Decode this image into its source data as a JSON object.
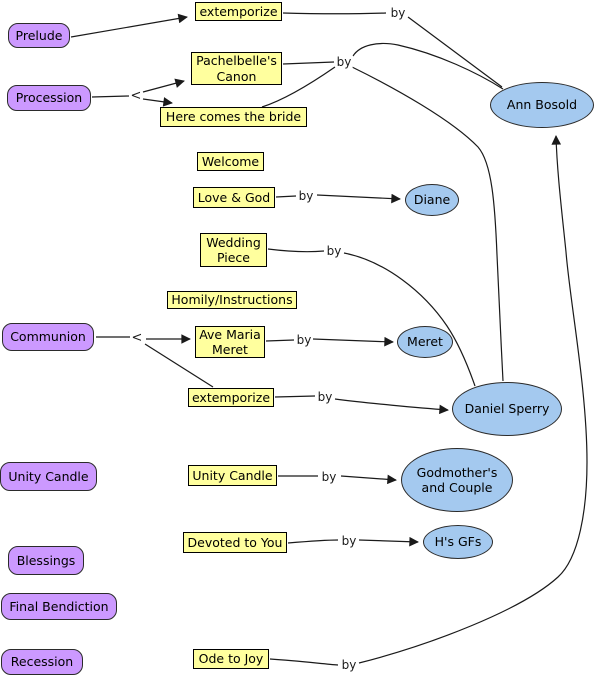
{
  "connector_labels": {
    "by": "by",
    "branch": "<"
  },
  "colors": {
    "stage_fill": "#cc99ff",
    "song_fill": "#ffff9e",
    "performer_fill": "#a4c9ef",
    "node_border": "#2b2b2b",
    "edge_stroke": "#1a1a1a",
    "background": "#ffffff"
  },
  "stages": [
    {
      "label": "Prelude"
    },
    {
      "label": "Procession"
    },
    {
      "label": "Communion"
    },
    {
      "label": "Unity Candle"
    },
    {
      "label": "Blessings"
    },
    {
      "label": "Final Bendiction"
    },
    {
      "label": "Recession"
    }
  ],
  "songs": [
    {
      "label": "extemporize"
    },
    {
      "label": "Pachelbelle's\nCanon"
    },
    {
      "label": "Here comes the bride"
    },
    {
      "label": "Welcome"
    },
    {
      "label": "Love & God"
    },
    {
      "label": "Wedding\nPiece"
    },
    {
      "label": "Homily/Instructions"
    },
    {
      "label": "Ave Maria\nMeret"
    },
    {
      "label": "extemporize"
    },
    {
      "label": "Unity Candle"
    },
    {
      "label": "Devoted to You"
    },
    {
      "label": "Ode to Joy"
    }
  ],
  "performers": [
    {
      "label": "Ann Bosold"
    },
    {
      "label": "Diane"
    },
    {
      "label": "Meret"
    },
    {
      "label": "Daniel Sperry"
    },
    {
      "label": "Godmother's\nand Couple"
    },
    {
      "label": "H's GFs"
    }
  ]
}
